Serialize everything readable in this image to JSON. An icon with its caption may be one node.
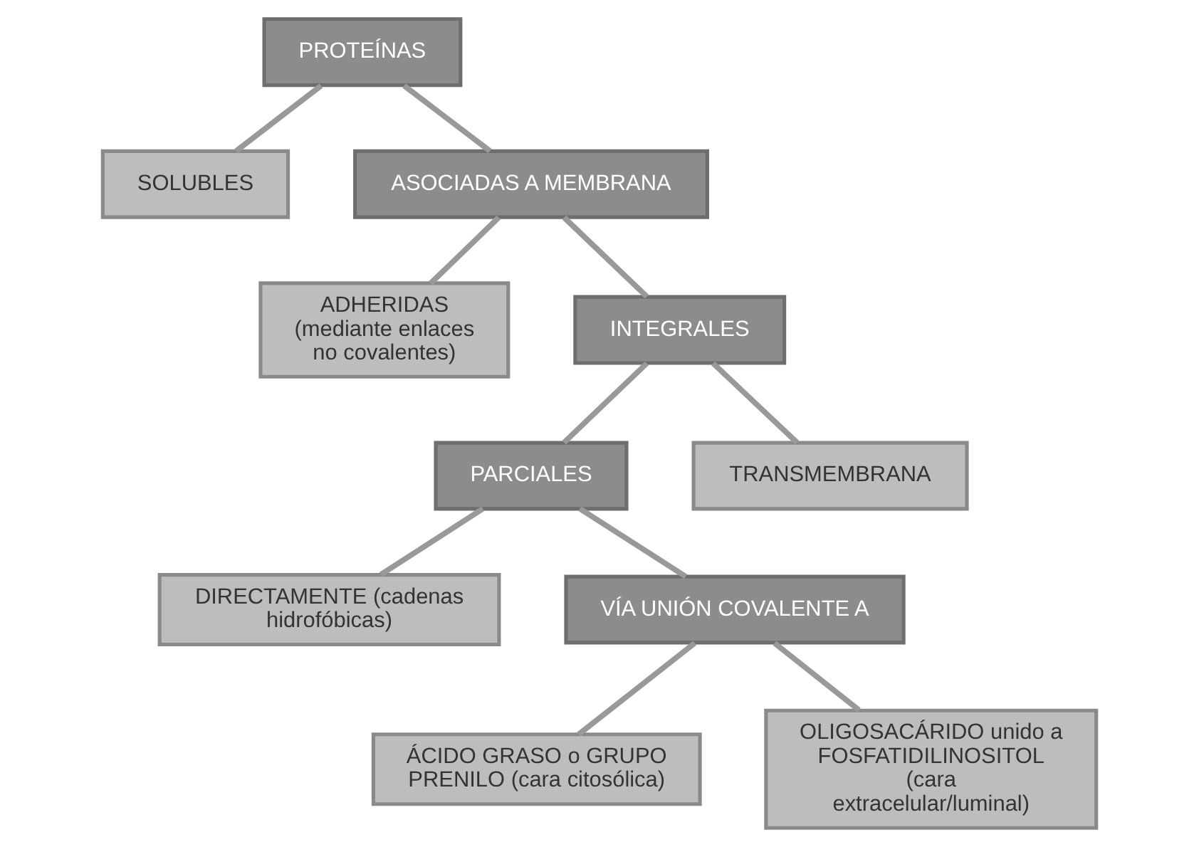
{
  "diagram": {
    "nodes": [
      {
        "text": [
          "PROTEÍNAS"
        ]
      },
      {
        "text": [
          "SOLUBLES"
        ]
      },
      {
        "text": [
          "ASOCIADAS A MEMBRANA"
        ]
      },
      {
        "text": [
          "ADHERIDAS (mediante enlaces no covalentes)"
        ]
      },
      {
        "text": [
          "INTEGRALES"
        ]
      },
      {
        "text": [
          "PARCIALES"
        ]
      },
      {
        "text": [
          "TRANSMEMBRANA"
        ]
      },
      {
        "text": [
          "DIRECTAMENTE (cadenas hidrofóbicas)"
        ]
      },
      {
        "text": [
          "VÍA UNIÓN COVALENTE A"
        ]
      },
      {
        "text": [
          "ÁCIDO GRASO o GRUPO PRENILO (cara citosólica)"
        ]
      },
      {
        "text": [
          "OLIGOSACÁRIDO unido a FOSFATIDILINOSITOL (cara extracelular/luminal)"
        ]
      }
    ],
    "edges": [
      {
        "from": 0,
        "to": 1,
        "arrow": "none"
      },
      {
        "from": 0,
        "to": 2,
        "arrow": "none"
      },
      {
        "from": 2,
        "to": 3,
        "arrow": "none"
      },
      {
        "from": 2,
        "to": 4,
        "arrow": "none"
      },
      {
        "from": 4,
        "to": 5,
        "arrow": "none"
      },
      {
        "from": 4,
        "to": 6,
        "arrow": "none"
      },
      {
        "from": 5,
        "to": 7,
        "arrow": "none"
      },
      {
        "from": 5,
        "to": 8,
        "arrow": "none"
      },
      {
        "from": 8,
        "to": 9,
        "arrow": "none"
      },
      {
        "from": 8,
        "to": 10,
        "arrow": "none"
      }
    ]
  }
}
